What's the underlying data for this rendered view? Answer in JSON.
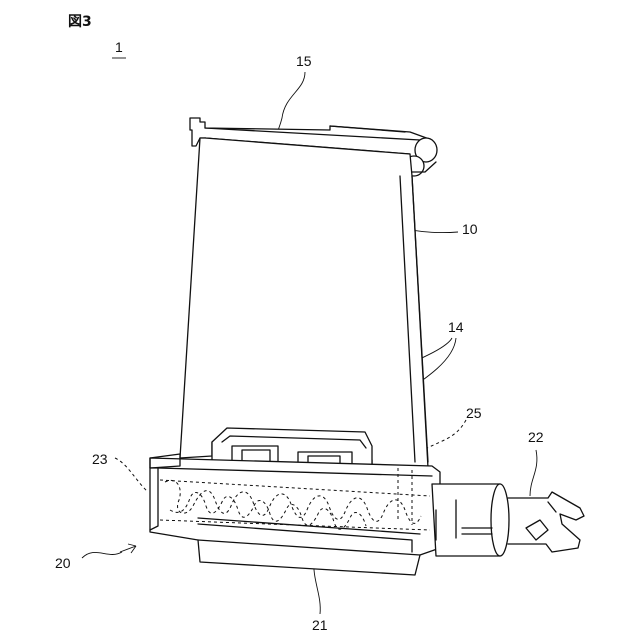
{
  "figure": {
    "title": "図3",
    "labels": {
      "assembly": "1",
      "shaft_top": "15",
      "plate": "10",
      "windows": "14",
      "nut_block": "25",
      "screw": "23",
      "rod_end": "22",
      "unit": "20",
      "base": "21"
    }
  }
}
